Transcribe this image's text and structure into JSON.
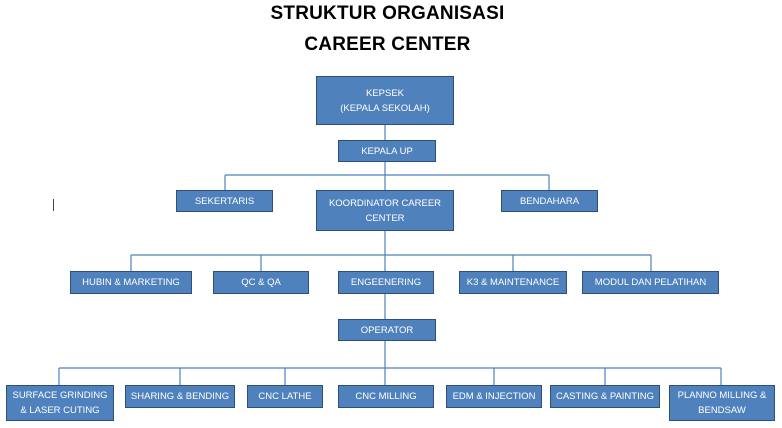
{
  "title": {
    "line1": "STRUKTUR ORGANISASI",
    "line2": "CAREER CENTER"
  },
  "nodes": {
    "kepsek": {
      "line1": "KEPSEK",
      "line2": "(KEPALA SEKOLAH)"
    },
    "kepala_up": {
      "label": "KEPALA UP"
    },
    "sekertaris": {
      "label": "SEKERTARIS"
    },
    "koordinator": {
      "line1": "KOORDINATOR CAREER",
      "line2": "CENTER"
    },
    "bendahara": {
      "label": "BENDAHARA"
    },
    "hubin": {
      "label": "HUBIN & MARKETING"
    },
    "qcqa": {
      "label": "QC & QA"
    },
    "engeenering": {
      "label": "ENGEENERING"
    },
    "k3": {
      "label": "K3 & MAINTENANCE"
    },
    "modul": {
      "label": "MODUL DAN PELATIHAN"
    },
    "operator": {
      "label": "OPERATOR"
    },
    "surface": {
      "line1": "SURFACE GRINDING",
      "line2": "& LASER CUTING"
    },
    "sharing": {
      "label": "SHARING & BENDING"
    },
    "cnc_lathe": {
      "label": "CNC LATHE"
    },
    "cnc_milling": {
      "label": "CNC MILLING"
    },
    "edm": {
      "label": "EDM & INJECTION"
    },
    "casting": {
      "label": "CASTING & PAINTING"
    },
    "planno": {
      "line1": "PLANNO MILLING &",
      "line2": "BENDSAW"
    }
  },
  "colors": {
    "box_fill": "#4f81bd",
    "box_border": "#2e4f77",
    "box_text": "#ffffff",
    "connector": "#4f81bd"
  }
}
